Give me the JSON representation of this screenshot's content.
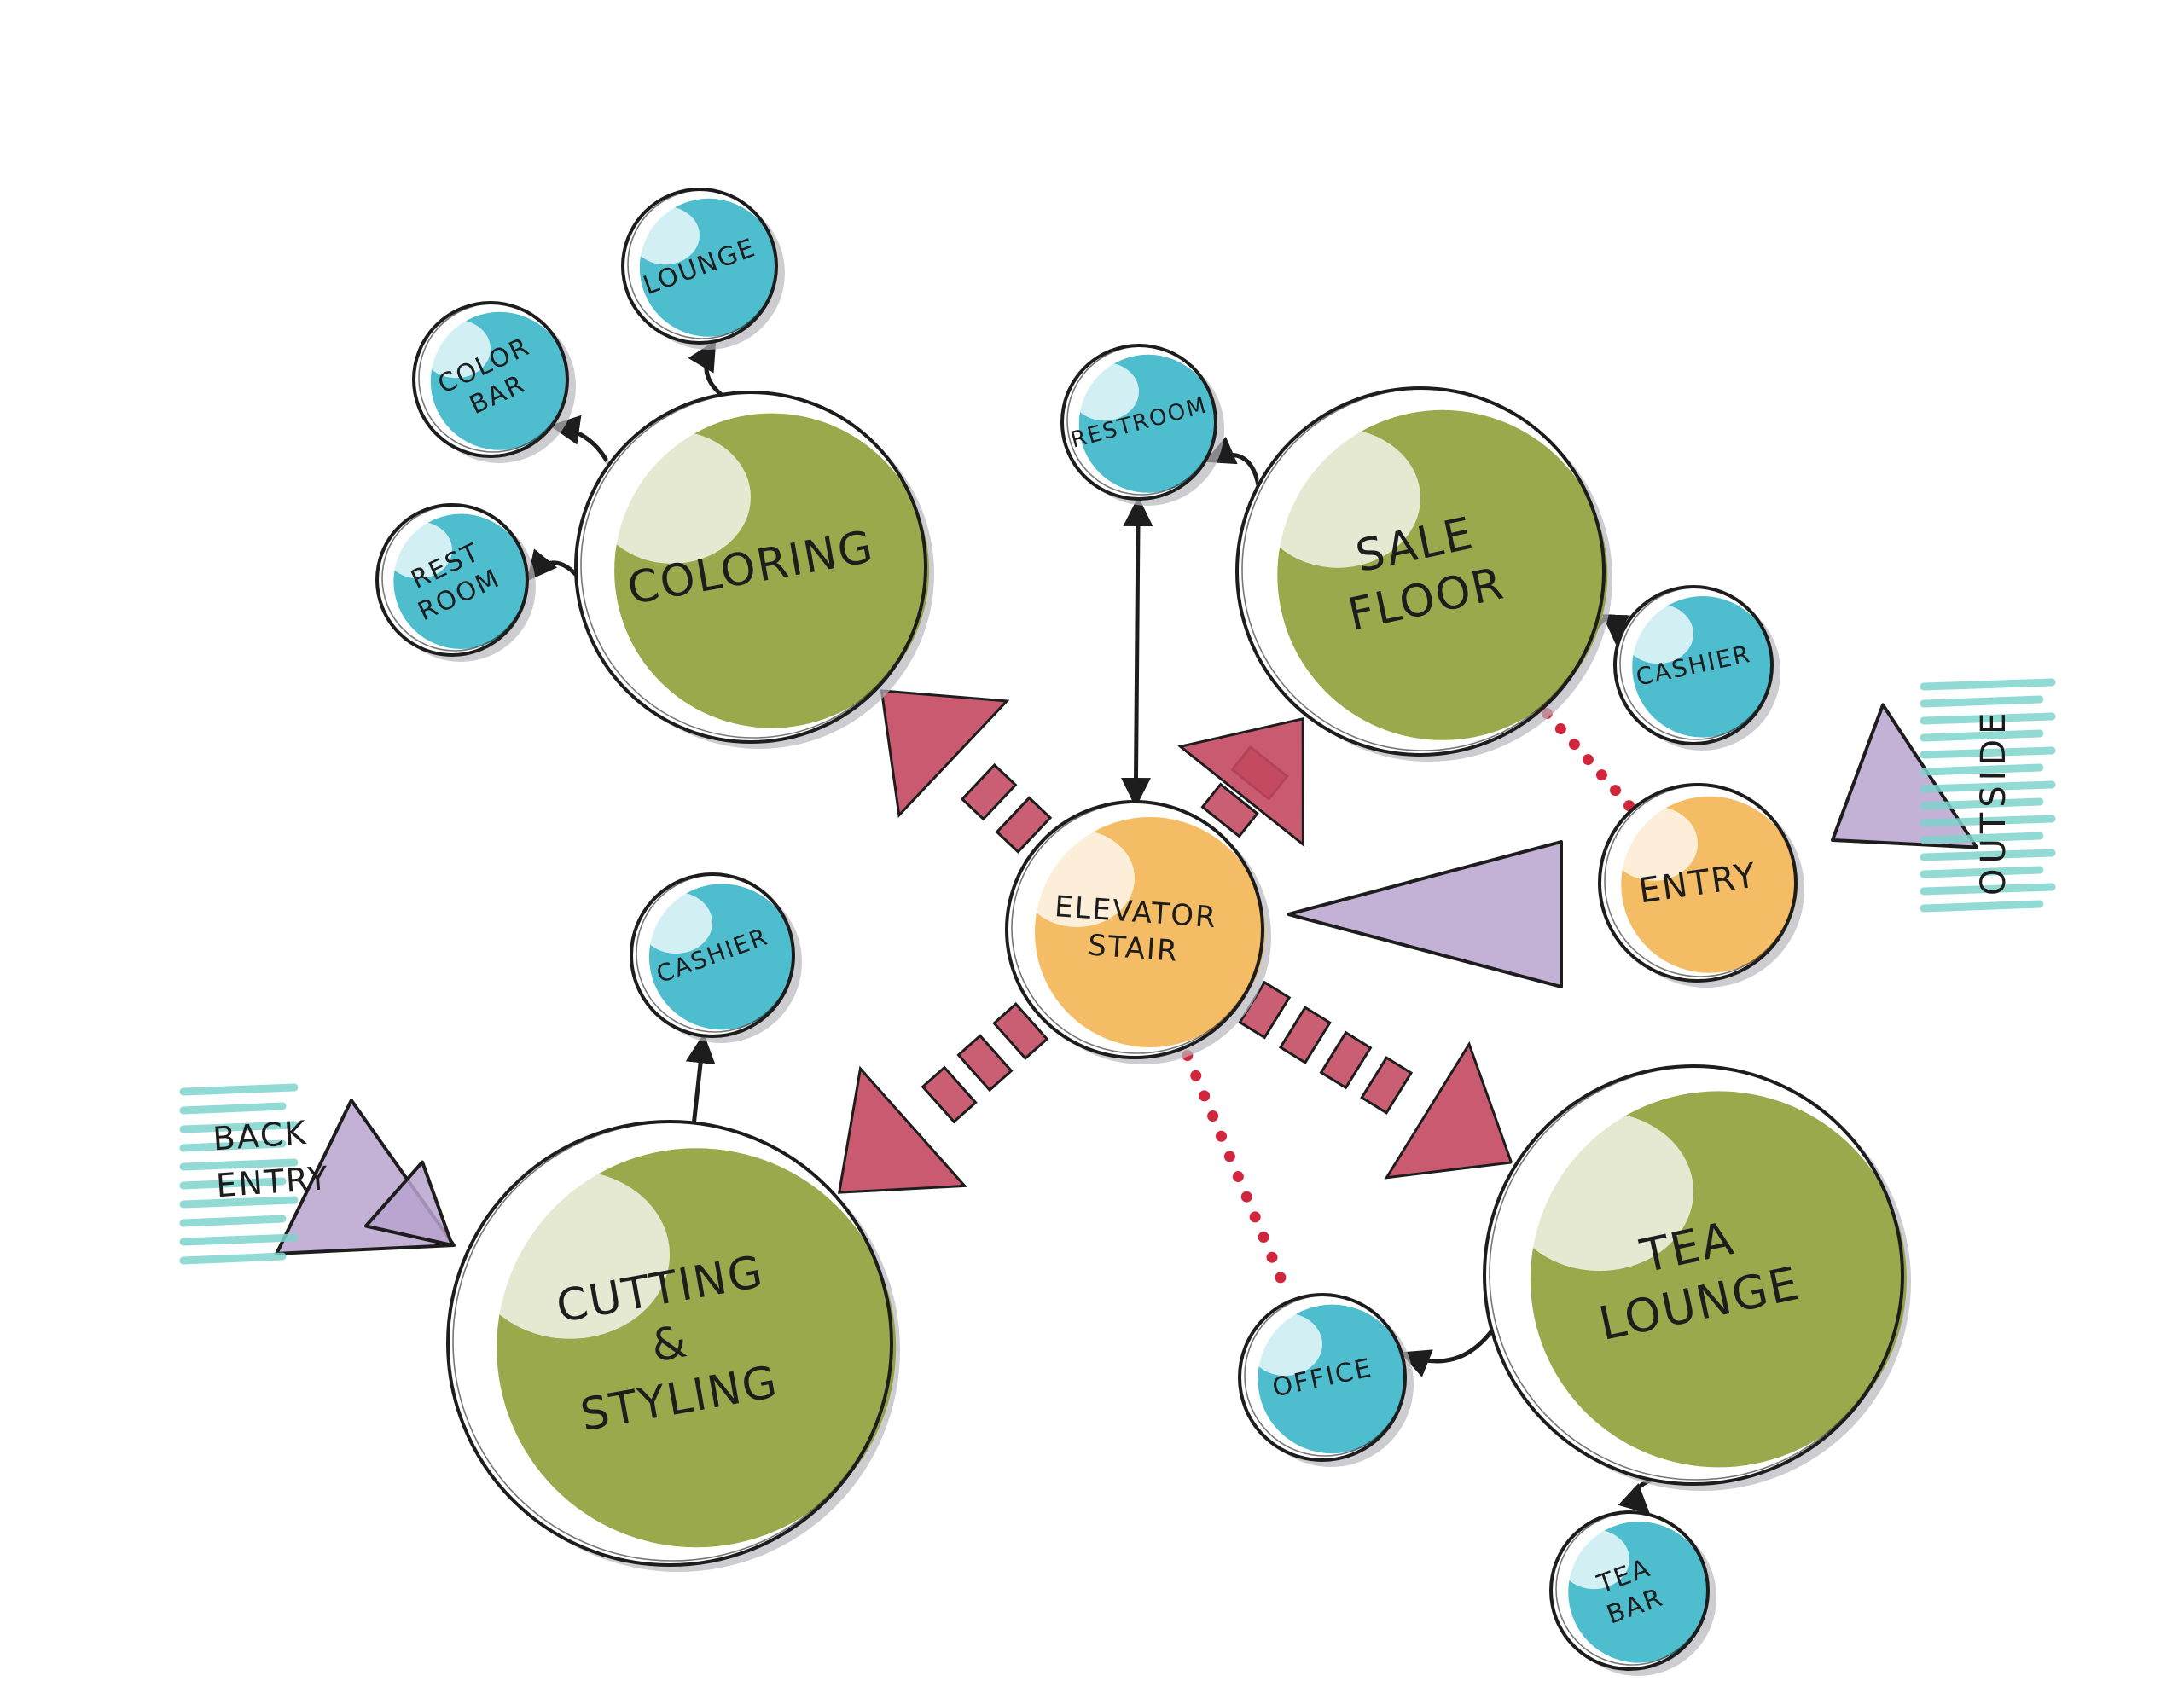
{
  "colors": {
    "primary_space": "#8a9a2e",
    "secondary_space": "#2fb3c7",
    "core_space": "#f2b14a",
    "major_link": "#c3485f",
    "entry_arrow": "#b9a3cf",
    "hatch": "#7fd3cc",
    "ink": "#1d1d1d",
    "minor_link_dots": "#d1263b"
  },
  "nodes": {
    "coloring": {
      "lines": [
        "COLORING"
      ],
      "kind": "primary"
    },
    "sale_floor": {
      "lines": [
        "SALE",
        "FLOOR"
      ],
      "kind": "primary"
    },
    "cutting_styling": {
      "lines": [
        "CUTTING",
        "&",
        "STYLING"
      ],
      "kind": "primary"
    },
    "tea_lounge": {
      "lines": [
        "TEA",
        "LOUNGE"
      ],
      "kind": "primary"
    },
    "elevator_stair": {
      "lines": [
        "ELEVATOR",
        "STAIR"
      ],
      "kind": "core"
    },
    "entry": {
      "lines": [
        "ENTRY"
      ],
      "kind": "core"
    },
    "lounge": {
      "lines": [
        "LOUNGE"
      ],
      "kind": "secondary"
    },
    "color_bar": {
      "lines": [
        "COLOR",
        "BAR"
      ],
      "kind": "secondary"
    },
    "rest_room": {
      "lines": [
        "REST",
        "ROOM"
      ],
      "kind": "secondary"
    },
    "restroom": {
      "lines": [
        "RESTROOM"
      ],
      "kind": "secondary"
    },
    "cashier_sale": {
      "lines": [
        "CASHIER"
      ],
      "kind": "secondary"
    },
    "cashier_cut": {
      "lines": [
        "CASHIER"
      ],
      "kind": "secondary"
    },
    "office": {
      "lines": [
        "OFFICE"
      ],
      "kind": "secondary"
    },
    "tea_bar": {
      "lines": [
        "TEA",
        "BAR"
      ],
      "kind": "secondary"
    }
  },
  "annotations": {
    "back_entry": [
      "BACK",
      "ENTRY"
    ],
    "outside": "OUTSIDE"
  }
}
